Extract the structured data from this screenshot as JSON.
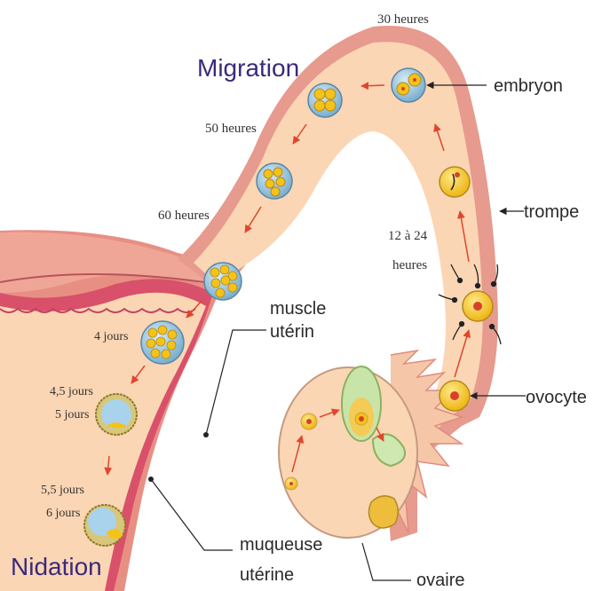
{
  "titles": {
    "migration": "Migration",
    "nidation": "Nidation"
  },
  "labels": {
    "embryon": "embryon",
    "trompe": "trompe",
    "ovocyte": "ovocyte",
    "ovaire": "ovaire",
    "muscle_1": "muscle",
    "muscle_2": "utérin",
    "muqueuse_1": "muqueuse",
    "muqueuse_2": "utérine"
  },
  "times": {
    "h30": "30 heures",
    "h50": "50 heures",
    "h60": "60 heures",
    "h12_24_a": "12 à 24",
    "h12_24_b": "heures",
    "j4": "4 jours",
    "j45": "4,5 jours",
    "j5": "5 jours",
    "j55": "5,5 jours",
    "j6": "6 jours"
  },
  "colors": {
    "tube_wall": "#e79a8e",
    "tube_inner": "#fbd6b4",
    "uterus_muscle": "#e88f83",
    "mucosa": "#d9506a",
    "cavity": "#fbd6b4",
    "cell_yellow": "#f5c318",
    "nucleus_red": "#d8402c",
    "zona_blue": "#8fb9d6",
    "arrow_red": "#e0452d",
    "title_color": "#3a2a7a"
  },
  "icons": {
    "embryo": "embryo-icon",
    "oocyte": "oocyte-icon",
    "follicle": "follicle-icon",
    "blastocyst": "blastocyst-icon"
  }
}
